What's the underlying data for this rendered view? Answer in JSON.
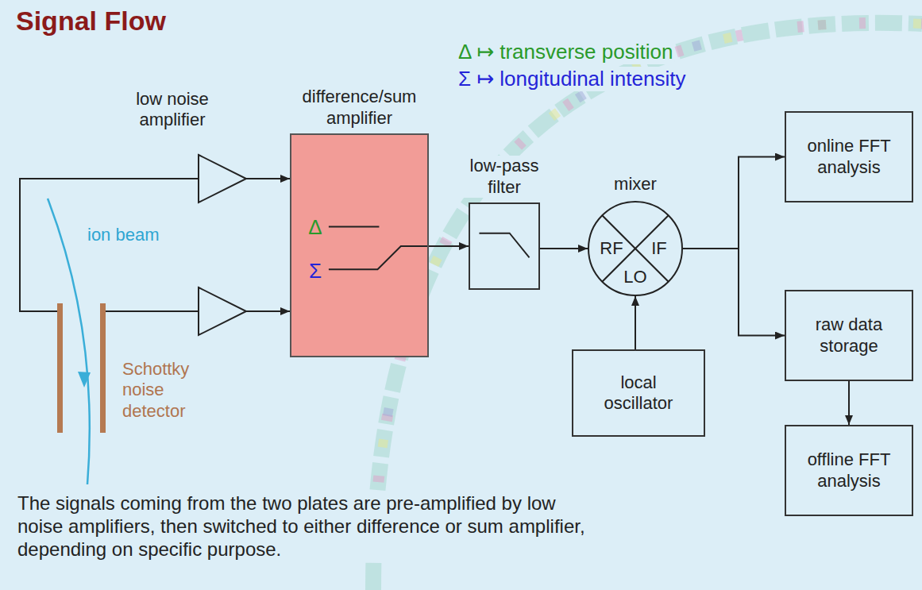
{
  "diagram": {
    "title": "Signal Flow",
    "caption": "The signals coming from the two plates are pre-amplified by low noise amplifiers, then switched to either difference or sum amplifier, depending on specific purpose.",
    "nodes": [
      {
        "text": [
          "difference/sum amplifier",
          "Δ",
          "Σ"
        ]
      },
      {
        "text": [
          "low-pass filter"
        ]
      },
      {
        "text": [
          "mixer",
          "RF",
          "IF",
          "LO"
        ]
      },
      {
        "text": [
          "local oscillator"
        ]
      },
      {
        "text": [
          "online FFT analysis"
        ]
      },
      {
        "text": [
          "raw data storage"
        ]
      },
      {
        "text": [
          "offline FFT analysis"
        ]
      }
    ],
    "edges": [
      {
        "from": 0,
        "to": 1,
        "arrow": "to"
      },
      {
        "from": 1,
        "to": 2,
        "arrow": "to"
      },
      {
        "from": 3,
        "to": 2,
        "arrow": "to"
      },
      {
        "from": 2,
        "to": 4,
        "arrow": "to"
      },
      {
        "from": 2,
        "to": 5,
        "arrow": "to"
      },
      {
        "from": 5,
        "to": 6,
        "arrow": "to"
      }
    ],
    "labels": [
      "Δ ↦ transverse position",
      "Σ ↦ longitudinal intensity",
      "low noise amplifier",
      "ion beam",
      "Schottky noise detector"
    ]
  }
}
